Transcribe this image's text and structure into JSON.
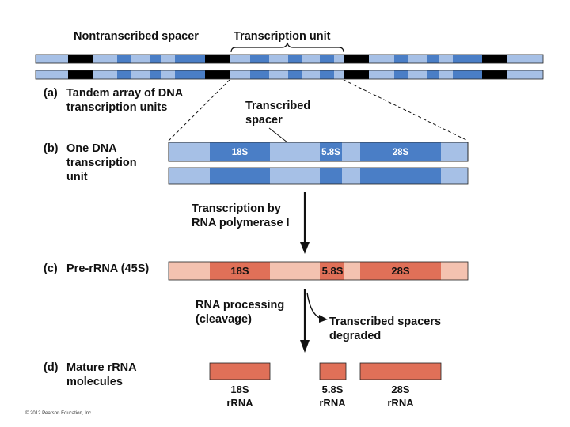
{
  "colors": {
    "dna_light": "#a6c0e6",
    "dna_dark": "#4a7ec6",
    "spacer_black": "#000000",
    "rna_light": "#f4c2b0",
    "rna_dark": "#e07058",
    "mature": "#e07058"
  },
  "labels": {
    "nontranscribed_spacer": "Nontranscribed spacer",
    "transcription_unit": "Transcription unit",
    "transcribed_spacer_1": "Transcribed",
    "transcribed_spacer_2": "spacer",
    "transcription_by_1": "Transcription by",
    "transcription_by_2": "RNA polymerase I",
    "rna_processing_1": "RNA processing",
    "rna_processing_2": "(cleavage)",
    "spacers_degraded_1": "Transcribed spacers",
    "spacers_degraded_2": "degraded",
    "copyright": "© 2012 Pearson Education, Inc."
  },
  "panels": {
    "a": {
      "letter": "(a)",
      "line1": "Tandem array of DNA",
      "line2": "transcription units"
    },
    "b": {
      "letter": "(b)",
      "line1": "One DNA",
      "line2": "transcription",
      "line3": "unit"
    },
    "c": {
      "letter": "(c)",
      "text": "Pre-rRNA (45S)"
    },
    "d": {
      "letter": "(d)",
      "line1": "Mature rRNA",
      "line2": "molecules"
    }
  },
  "segments": {
    "s18": "18S",
    "s58": "5.8S",
    "s28": "28S"
  },
  "mature": {
    "r18": {
      "name": "18S",
      "type": "rRNA"
    },
    "r58": {
      "name": "5.8S",
      "type": "rRNA"
    },
    "r28": {
      "name": "28S",
      "type": "rRNA"
    }
  }
}
